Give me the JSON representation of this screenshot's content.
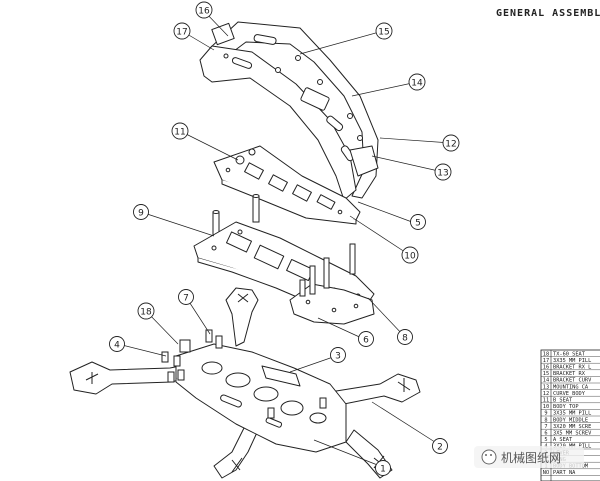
{
  "title": "GENERAL ASSEMBL",
  "callouts": [
    {
      "id": "c1",
      "label": "1"
    },
    {
      "id": "c2",
      "label": "2"
    },
    {
      "id": "c3",
      "label": "3"
    },
    {
      "id": "c4",
      "label": "4"
    },
    {
      "id": "c5",
      "label": "5"
    },
    {
      "id": "c6",
      "label": "6"
    },
    {
      "id": "c7",
      "label": "7"
    },
    {
      "id": "c8",
      "label": "8"
    },
    {
      "id": "c9",
      "label": "9"
    },
    {
      "id": "c10",
      "label": "10"
    },
    {
      "id": "c11",
      "label": "11"
    },
    {
      "id": "c12",
      "label": "12"
    },
    {
      "id": "c13",
      "label": "13"
    },
    {
      "id": "c14",
      "label": "14"
    },
    {
      "id": "c15",
      "label": "15"
    },
    {
      "id": "c16",
      "label": "16"
    },
    {
      "id": "c17",
      "label": "17"
    },
    {
      "id": "c18",
      "label": "18"
    }
  ],
  "bom": {
    "rows": [
      {
        "no": "18",
        "part": "TX-60 SEAT"
      },
      {
        "no": "17",
        "part": "3X35 MM PILL"
      },
      {
        "no": "16",
        "part": "BRACKET RX L"
      },
      {
        "no": "15",
        "part": "BRACKET RX"
      },
      {
        "no": "14",
        "part": "BRACKET CURV"
      },
      {
        "no": "13",
        "part": "MOUNTING CA"
      },
      {
        "no": "12",
        "part": "CURVE BODY"
      },
      {
        "no": "11",
        "part": "B SEAT"
      },
      {
        "no": "10",
        "part": "BODY TOP"
      },
      {
        "no": "9",
        "part": "3X35 MM PILL"
      },
      {
        "no": "8",
        "part": "BODY MIDDLE"
      },
      {
        "no": "7",
        "part": "3X20 MM SCRE"
      },
      {
        "no": "6",
        "part": "3X5 MM SCREV"
      },
      {
        "no": "5",
        "part": "A SEAT"
      },
      {
        "no": "4",
        "part": "3X20 MM PILL"
      },
      {
        "no": "3",
        "part": "LEVER"
      },
      {
        "no": "2",
        "part": "WING"
      },
      {
        "no": "1",
        "part": "BODY BOTTOM"
      }
    ],
    "header_no": "NO",
    "header_part": "PART NA"
  },
  "watermark": "机械图纸网"
}
